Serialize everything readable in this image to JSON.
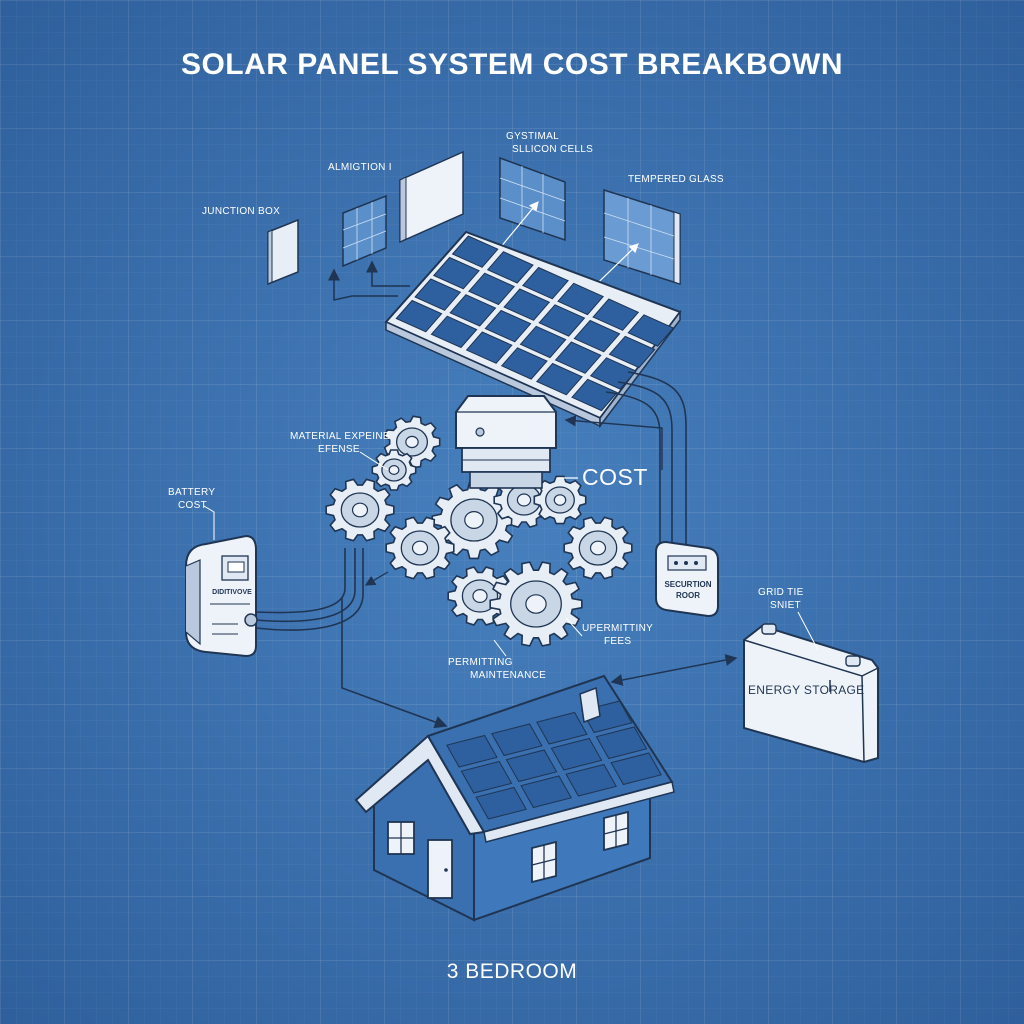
{
  "title": "SOLAR PANEL SYSTEM COST BREAKBOWN",
  "labels": {
    "junction_box": "JUNCTION BOX",
    "almigtion": "ALMIGTION I",
    "cells_line1": "GYSTIMAL",
    "cells_line2": "SLLICON CELLS",
    "tempered_glass": "TEMPERED GLASS",
    "material_line1": "MATERIAL EXPEINE",
    "material_line2": "EFENSE",
    "battery_line1": "BATTERY",
    "battery_line2": "COST",
    "cost": "COST",
    "grid_line1": "GRID TIE",
    "grid_line2": "SNIET",
    "permitting_fees_line1": "UPERMITTINY",
    "permitting_fees_line2": "FEES",
    "permitting_maint_line1": "PERMITTING",
    "permitting_maint_line2": "MAINTENANCE",
    "inverter_line1": "SECURTION",
    "inverter_line2": "ROOR",
    "meter_display": "DIDITIVOVE",
    "energy_storage": "ENERGY STORAGE"
  },
  "house_caption": "3 BEDROOM",
  "colors": {
    "background": "#3d73b0",
    "line": "#1f3553",
    "component_fill": "#e8eef6",
    "panel_cell": "#2e5f9e"
  }
}
